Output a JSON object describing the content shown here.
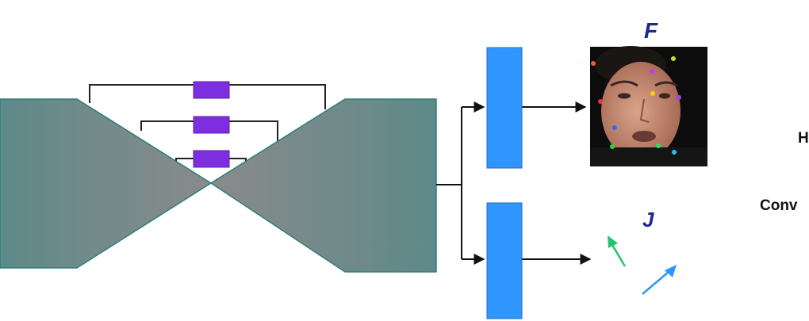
{
  "labels": {
    "face_heatmap": "F",
    "joint_vectors": "J",
    "legend_h_partial": "H",
    "legend_conv_partial": "Conv"
  },
  "colors": {
    "hourglass_fill_light": "#878787",
    "hourglass_fill_teal": "#5e8a89",
    "hourglass_stroke": "#2b7f7d",
    "skip_block": "#7d2fe0",
    "head_block": "#2f95ff",
    "label_text": "#1d2a8c",
    "arrow_green": "#21c46b",
    "arrow_blue": "#2f95ff",
    "connector": "#111111"
  },
  "icons": {
    "face_image": "face-photo-with-landmarks"
  }
}
